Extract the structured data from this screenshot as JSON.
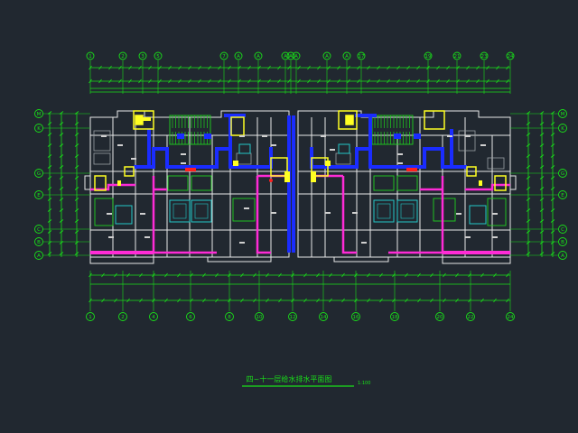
{
  "drawing": {
    "title": "四~十一层给水排水平面图",
    "scale": "1:100"
  },
  "axes": {
    "top": [
      "1",
      "2",
      "3",
      "5",
      "7",
      "A",
      "A",
      "A",
      "A",
      "A",
      "A",
      "A",
      "17",
      "19",
      "21",
      "23",
      "24"
    ],
    "bottom": [
      "1",
      "2",
      "4",
      "6",
      "8",
      "10",
      "12",
      "14",
      "16",
      "18",
      "20",
      "22",
      "24"
    ],
    "left": [
      "M",
      "K",
      "G",
      "E",
      "C",
      "B",
      "A"
    ],
    "right": [
      "M",
      "K",
      "G",
      "E",
      "C",
      "B",
      "A"
    ]
  },
  "colors": {
    "background": "#212830",
    "grid_line": "#19e019",
    "wall": "#e8e8e8",
    "water_supply": "#1a2cff",
    "drainage": "#ff2bd6",
    "fixture": "#ffff22",
    "hatch": "#1ed11e",
    "red_accent": "#ff2020"
  }
}
